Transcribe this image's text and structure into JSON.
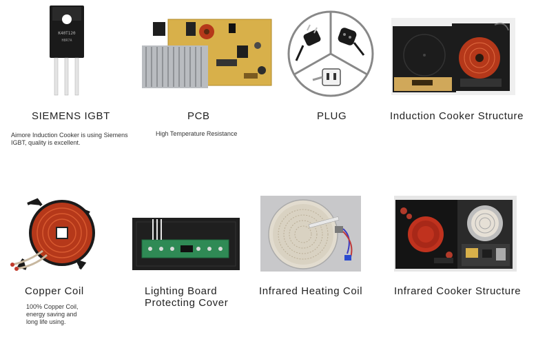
{
  "items": [
    {
      "title": "SIEMENS  IGBT",
      "desc": "Aimore Induction Cooker is using Siemens IGBT, quality is excellent."
    },
    {
      "title": "PCB",
      "desc": "High  Temperature Resistance"
    },
    {
      "title": "PLUG",
      "desc": ""
    },
    {
      "title": "Induction Cooker Structure",
      "desc": ""
    },
    {
      "title": "Copper Coil",
      "desc": "100% Copper Coil, energy saving and long life using."
    },
    {
      "title": "Lighting Board Protecting Cover",
      "desc": ""
    },
    {
      "title": "Infrared Heating Coil",
      "desc": ""
    },
    {
      "title": "Infrared Cooker Structure",
      "desc": ""
    }
  ],
  "colors": {
    "copper": "#b5381a",
    "pcb_board": "#d8b04a",
    "heatsink": "#b9bcc0",
    "cooker_dark": "#1c1c1c",
    "ceramic": "#d9d2c2"
  }
}
